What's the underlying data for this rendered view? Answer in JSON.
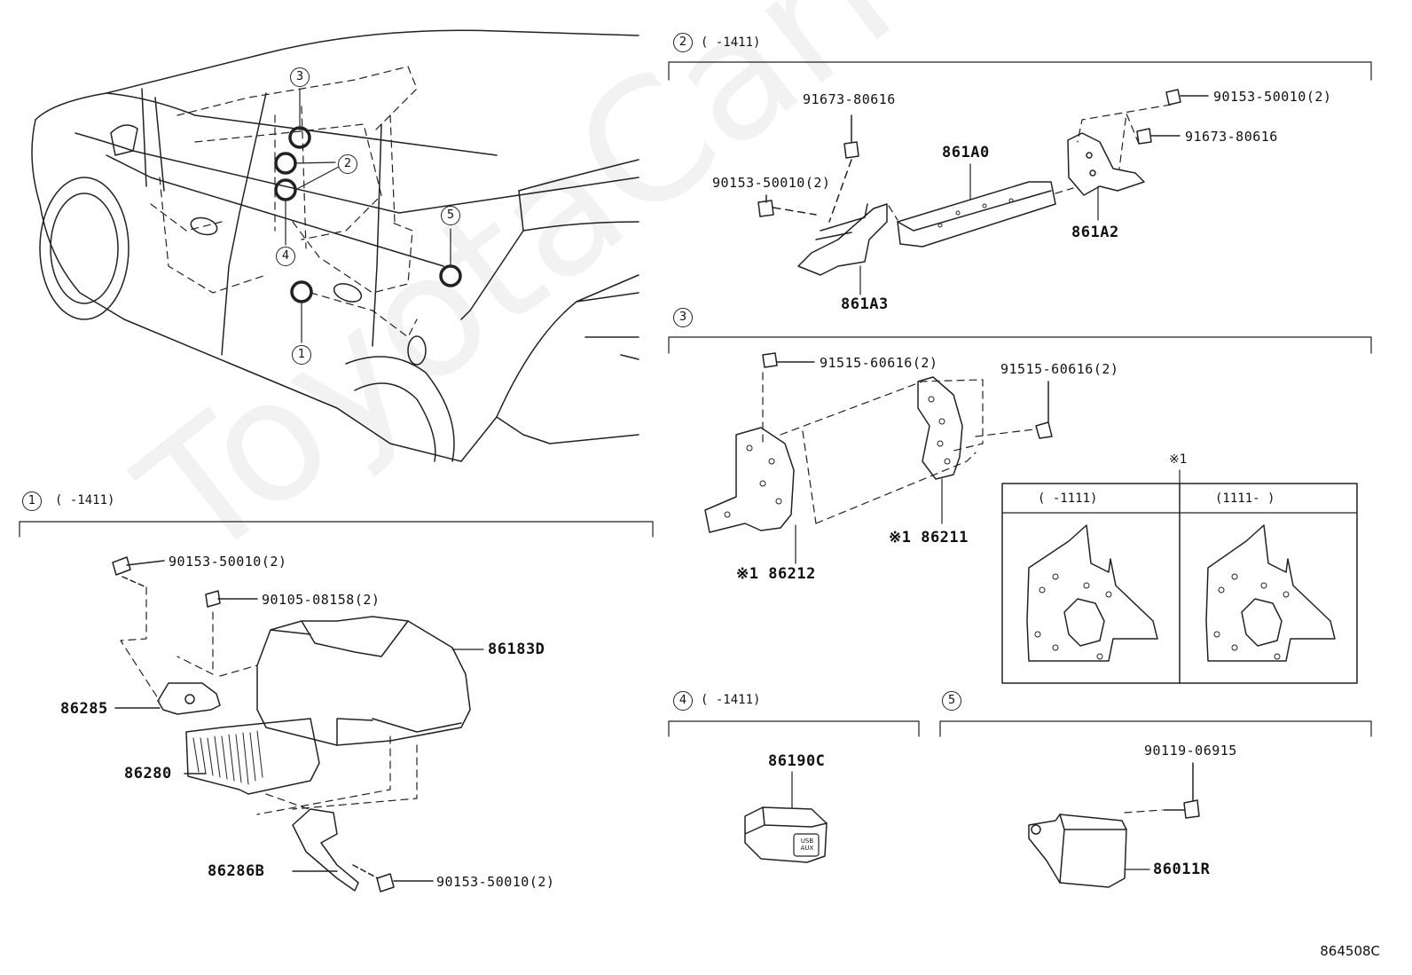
{
  "watermark": "ToyotaCarMine.ru",
  "diagram_code": "864508C",
  "car_callouts": [
    "3",
    "2",
    "4",
    "5",
    "1"
  ],
  "sections": {
    "s1": {
      "num": "1",
      "range": "(     -1411)",
      "labels": {
        "bolt_a": "90153-50010(2)",
        "screw": "90105-08158(2)",
        "cover": "86183D",
        "bracket_top": "86285",
        "amp": "86280",
        "bracket_bot": "86286B",
        "bolt_b": "90153-50010(2)"
      }
    },
    "s2": {
      "num": "2",
      "range": "(     -1411)",
      "labels": {
        "screw_l": "91673-80616",
        "bolt_l": "90153-50010(2)",
        "unit": "861A0",
        "bracket_l": "861A3",
        "bolt_r": "90153-50010(2)",
        "screw_r": "91673-80616",
        "bracket_r": "861A2"
      }
    },
    "s3": {
      "num": "3",
      "labels": {
        "screw_l": "91515-60616(2)",
        "screw_r": "91515-60616(2)",
        "bracket_l": "※1 86212",
        "bracket_r": "※1 86211",
        "note": "※1",
        "col_a": "(     -1111)",
        "col_b": "(1111-     )"
      }
    },
    "s4": {
      "num": "4",
      "range": "(     -1411)",
      "labels": {
        "switch": "86190C",
        "switch_text": "USB AUX"
      }
    },
    "s5": {
      "num": "5",
      "labels": {
        "bolt": "90119-06915",
        "unit": "86011R"
      }
    }
  }
}
